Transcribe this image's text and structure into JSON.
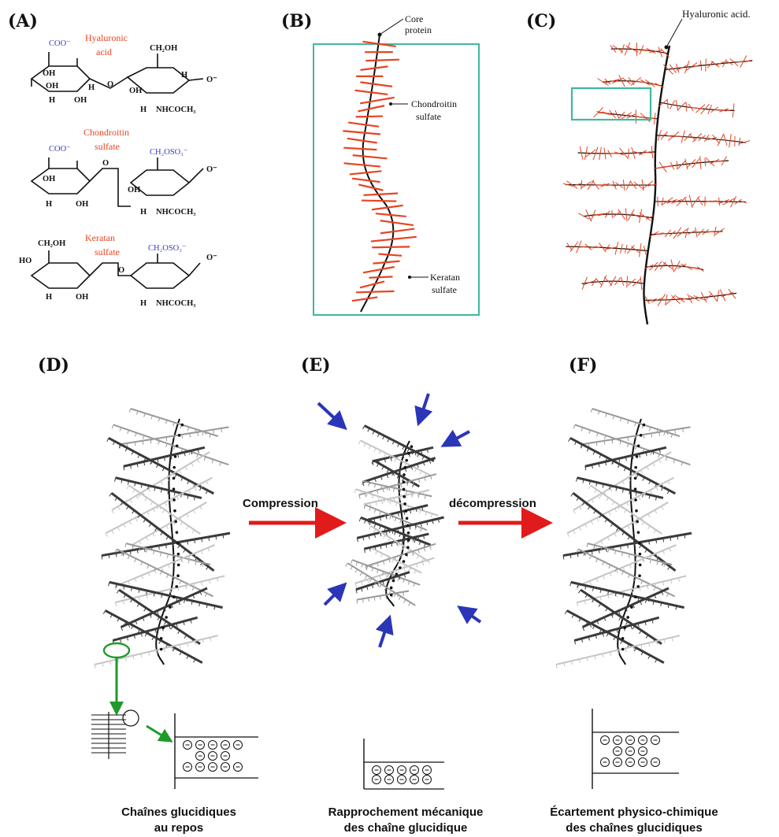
{
  "panels": {
    "a": {
      "label": "(A)"
    },
    "b": {
      "label": "(B)",
      "core": "Core",
      "protein": "protein",
      "chondroitin": "Chondroitin",
      "chond_sulfate": "sulfate",
      "keratan": "Keratan",
      "ker_sulfate": "sulfate"
    },
    "c": {
      "label": "(C)",
      "hyaluronic": "Hyaluronic acid."
    },
    "d": {
      "label": "(D)",
      "caption1": "Chaînes glucidiques",
      "caption2": "au repos"
    },
    "e": {
      "label": "(E)",
      "caption1": "Rapprochement mécanique",
      "caption2": "des chaîne glucidique"
    },
    "f": {
      "label": "(F)",
      "caption1": "Écartement physico-chimique",
      "caption2": "des chaînes glucidiques"
    }
  },
  "chem": {
    "row1": {
      "name1": "Hyaluronic",
      "name2": "acid",
      "coo": "COO⁻",
      "ch2oh": "CH₂OH",
      "ominus": "O⁻",
      "nhcoch3": "NHCOCH₃",
      "oh": "OH",
      "h": "H",
      "o": "O"
    },
    "row2": {
      "name1": "Chondroitin",
      "name2": "sulfate",
      "coo": "COO⁻",
      "ch2oso3": "CH₂OSO₃⁻",
      "ominus": "O⁻",
      "nhcoch3": "NHCOCH₃"
    },
    "row3": {
      "name1": "Keratan",
      "name2": "sulfate",
      "ch2oh": "CH₂OH",
      "ho": "HO",
      "ch2oso3": "CH₂OSO₃⁻",
      "ominus": "O⁻",
      "nhcoch3": "NHCOCH₃"
    }
  },
  "arrows": {
    "compression": "Compression",
    "decompression": "décompression"
  },
  "colors": {
    "chain_red": "#e8431f",
    "teal_box": "#3fb8a0",
    "arrow_red": "#e11b1b",
    "arrow_blue": "#2b35b8",
    "arrow_green": "#1f9a2a"
  }
}
